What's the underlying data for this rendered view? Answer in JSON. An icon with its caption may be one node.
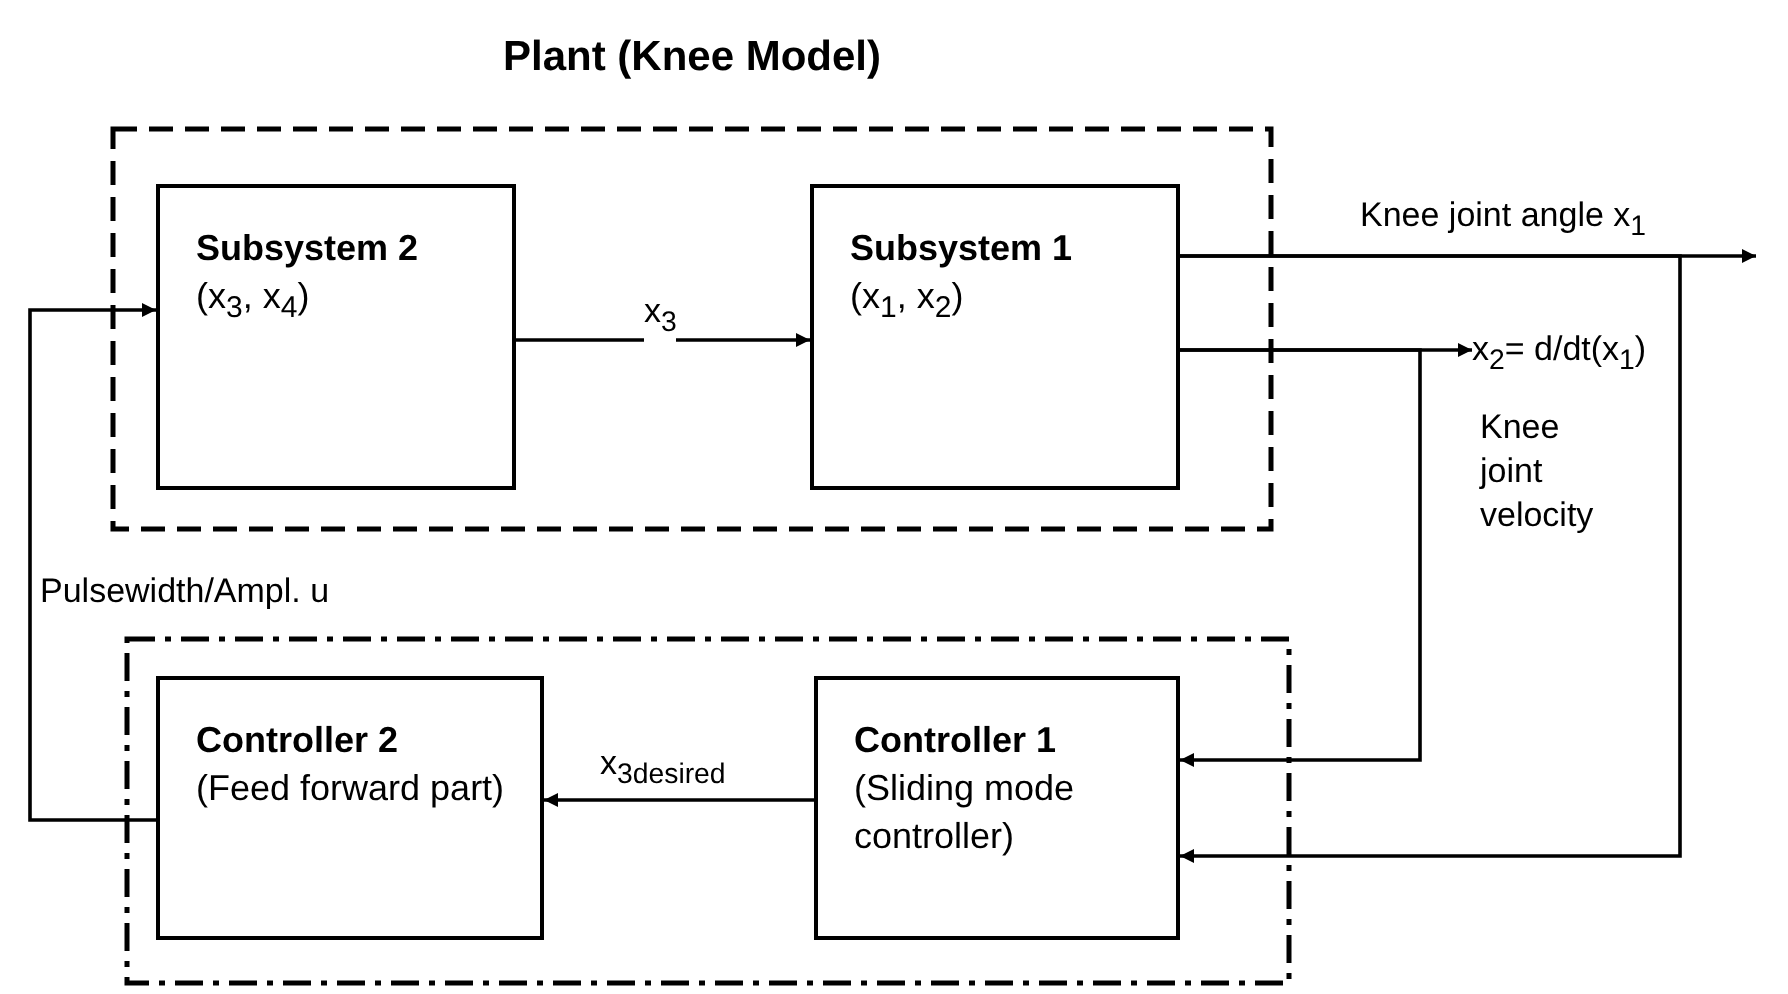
{
  "diagram": {
    "nodes": [
      {
        "text": [
          "Plant (Knee Model)"
        ]
      },
      {
        "text": [
          "Subsystem 2",
          "(x$_{3}$, x$_{4}$)"
        ],
        "in": 0
      },
      {
        "text": [
          "Subsystem 1",
          "(x$_{1}$, x$_{2}$)"
        ],
        "in": 0
      },
      {
        "text": [],
        "shape": "box"
      },
      {
        "text": [
          "Controller 2",
          "(Feed forward part)"
        ],
        "in": 3
      },
      {
        "text": [
          "Controller 1",
          "(Sliding mode controller)"
        ],
        "in": 3
      },
      {
        "text": [
          "Knee joint angle x$_{1}$"
        ]
      },
      {
        "text": [
          "x$_{2}$= d/dt(x$_{1}$)"
        ],
        "beside": [
          "Knee joint velocity"
        ]
      }
    ],
    "edges": [
      {
        "from": 1,
        "to": 2,
        "arrow": "to",
        "label": "x$_{3}$"
      },
      {
        "from": 2,
        "to": 6,
        "arrow": "to"
      },
      {
        "from": 2,
        "to": 7,
        "arrow": "to"
      },
      {
        "from": 2,
        "to": 5,
        "arrow": "to"
      },
      {
        "from": 2,
        "to": 5,
        "arrow": "to"
      },
      {
        "from": 5,
        "to": 4,
        "arrow": "to",
        "label": "x$_{3desired}$"
      },
      {
        "from": 4,
        "to": 1,
        "arrow": "to",
        "label": "Pulsewidth/Ampl. u"
      }
    ]
  }
}
